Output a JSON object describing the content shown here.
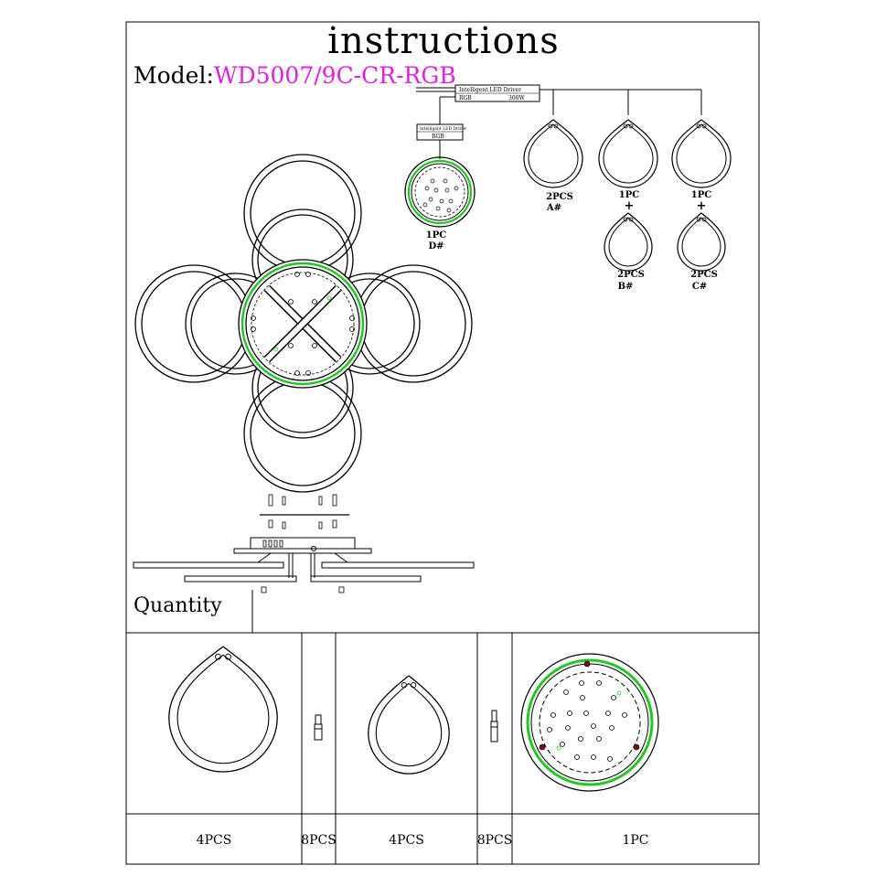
{
  "header": {
    "title": "instructions",
    "model_label": "Model:",
    "model_code": "WD5007/9C-CR-RGB"
  },
  "wiring": {
    "main_driver": {
      "name": "Intelligent LED Driver",
      "type": "RGB",
      "power": "300W"
    },
    "sub_driver": {
      "name": "Intelligent LED Driver",
      "type": "RGB"
    },
    "parts": [
      {
        "qty": "1PC",
        "code": "D#"
      },
      {
        "qty": "2PCS",
        "code": "A#"
      },
      {
        "qty": "1PC",
        "plus": "+",
        "qty2": "2PCS",
        "code": "B#"
      },
      {
        "qty": "1PC",
        "plus": "+",
        "qty2": "2PCS",
        "code": "C#"
      }
    ]
  },
  "quantity": {
    "label": "Quantity",
    "items": [
      {
        "qty": "4PCS"
      },
      {
        "qty": "8PCS"
      },
      {
        "qty": "4PCS"
      },
      {
        "qty": "8PCS"
      },
      {
        "qty": "1PC"
      }
    ]
  },
  "colors": {
    "accent": "#e020e0",
    "ring_green": "#22c822",
    "line": "#000000"
  }
}
